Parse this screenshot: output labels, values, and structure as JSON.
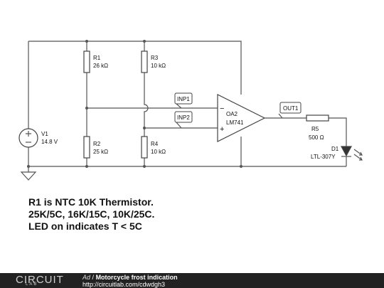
{
  "components": {
    "r1": {
      "name": "R1",
      "value": "26 kΩ"
    },
    "r2": {
      "name": "R2",
      "value": "25 kΩ"
    },
    "r3": {
      "name": "R3",
      "value": "10 kΩ"
    },
    "r4": {
      "name": "R4",
      "value": "10 kΩ"
    },
    "r5": {
      "name": "R5",
      "value": "500 Ω"
    },
    "v1": {
      "name": "V1",
      "value": "14.8 V"
    },
    "oa2": {
      "name": "OA2",
      "value": "LM741"
    },
    "d1": {
      "name": "D1",
      "value": "LTL-307Y"
    }
  },
  "nets": {
    "inp1": "INP1",
    "inp2": "INP2",
    "out1": "OUT1"
  },
  "symbols": {
    "minus": "−",
    "plus": "+"
  },
  "note": [
    "R1 is NTC 10K Thermistor.",
    "25K/5C, 16K/15C, 10K/25C.",
    "LED on indicates T < 5C"
  ],
  "footer": {
    "logo": "CIRCUIT",
    "logo_sub": "LAB",
    "ad_tag": "Ad",
    "separator": "/",
    "title": "Motorcycle frost indication",
    "url": "http://circuitlab.com/cdwdgh3"
  }
}
